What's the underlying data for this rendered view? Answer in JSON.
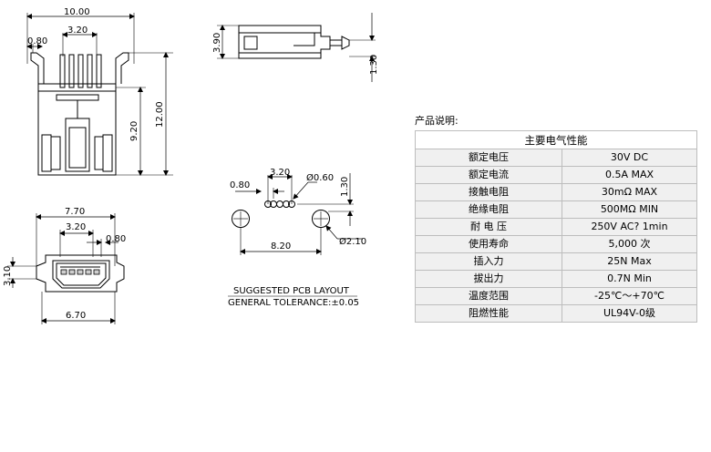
{
  "drawing_labels": {
    "top_width": "10.00",
    "top_left_offset": "0.80",
    "top_pitch": "3.20",
    "top_height_inner": "9.20",
    "top_height_total": "12.00",
    "side_height": "3.90",
    "side_offset": "1.30",
    "front_width": "7.70",
    "front_pitch": "3.20",
    "front_right_offset": "0.80",
    "front_height": "3.10",
    "front_bottom_width": "6.70",
    "pcb_left_offset": "0.80",
    "pcb_pitch": "3.20",
    "pcb_hole": "Ø0.60",
    "pcb_vert": "1.30",
    "pcb_span": "8.20",
    "pcb_mount_hole": "Ø2.10",
    "note_line1": "SUGGESTED PCB LAYOUT",
    "note_line2": "GENERAL TOLERANCE:±0.05"
  },
  "spec": {
    "caption": "产品说明:",
    "header": "主要电气性能",
    "rows": [
      {
        "label": "额定电压",
        "value": "30V DC"
      },
      {
        "label": "额定电流",
        "value": "0.5A MAX"
      },
      {
        "label": "接触电阻",
        "value": "30mΩ  MAX"
      },
      {
        "label": "绝缘电阻",
        "value": "500MΩ  MIN"
      },
      {
        "label": "耐 电 压",
        "value": "250V AC? 1min"
      },
      {
        "label": "使用寿命",
        "value": "5,000 次"
      },
      {
        "label": "插入力",
        "value": "25N Max"
      },
      {
        "label": "拔出力",
        "value": "0.7N Min"
      },
      {
        "label": "温度范围",
        "value": "-25℃～+70℃"
      },
      {
        "label": "阻燃性能",
        "value": "UL94V-0级"
      }
    ]
  }
}
